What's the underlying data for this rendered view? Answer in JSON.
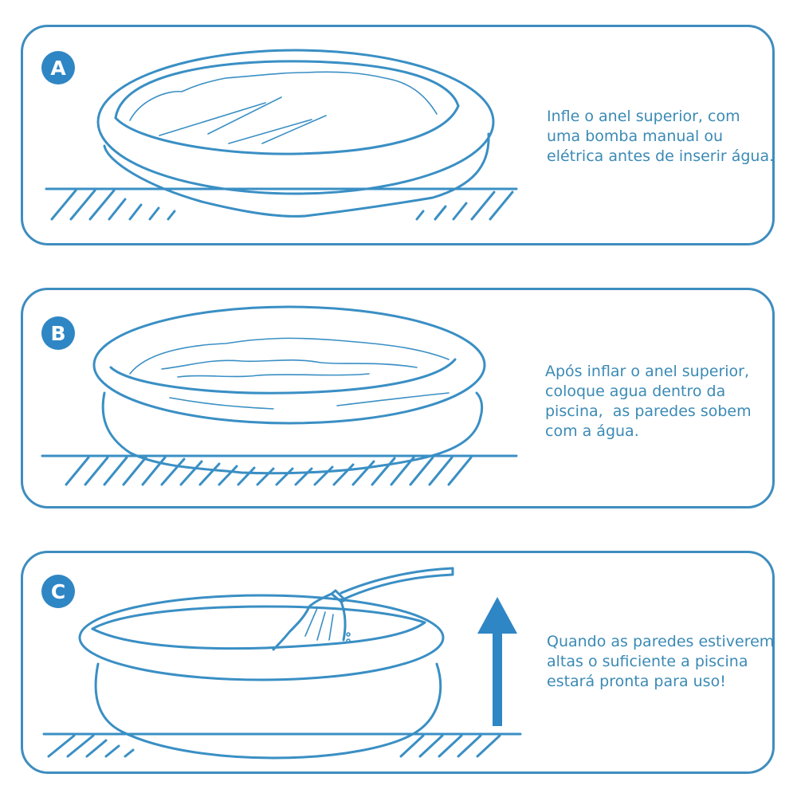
{
  "steps": [
    {
      "badge": "A",
      "text": "Infle o anel superior, com\numa bomba manual ou\nelétrica antes de inserir água."
    },
    {
      "badge": "B",
      "text": "Após inflar o anel superior,\ncoloque agua dentro da\npiscina,  as paredes sobem\ncom a água."
    },
    {
      "badge": "C",
      "text": "Quando as paredes estiverem\naltas o suficiente a piscina\nestará pronta para uso!"
    }
  ],
  "colors": {
    "accent": "#3a8fc4",
    "badge_bg": "#2f86c4",
    "text": "#3b8ab5"
  }
}
